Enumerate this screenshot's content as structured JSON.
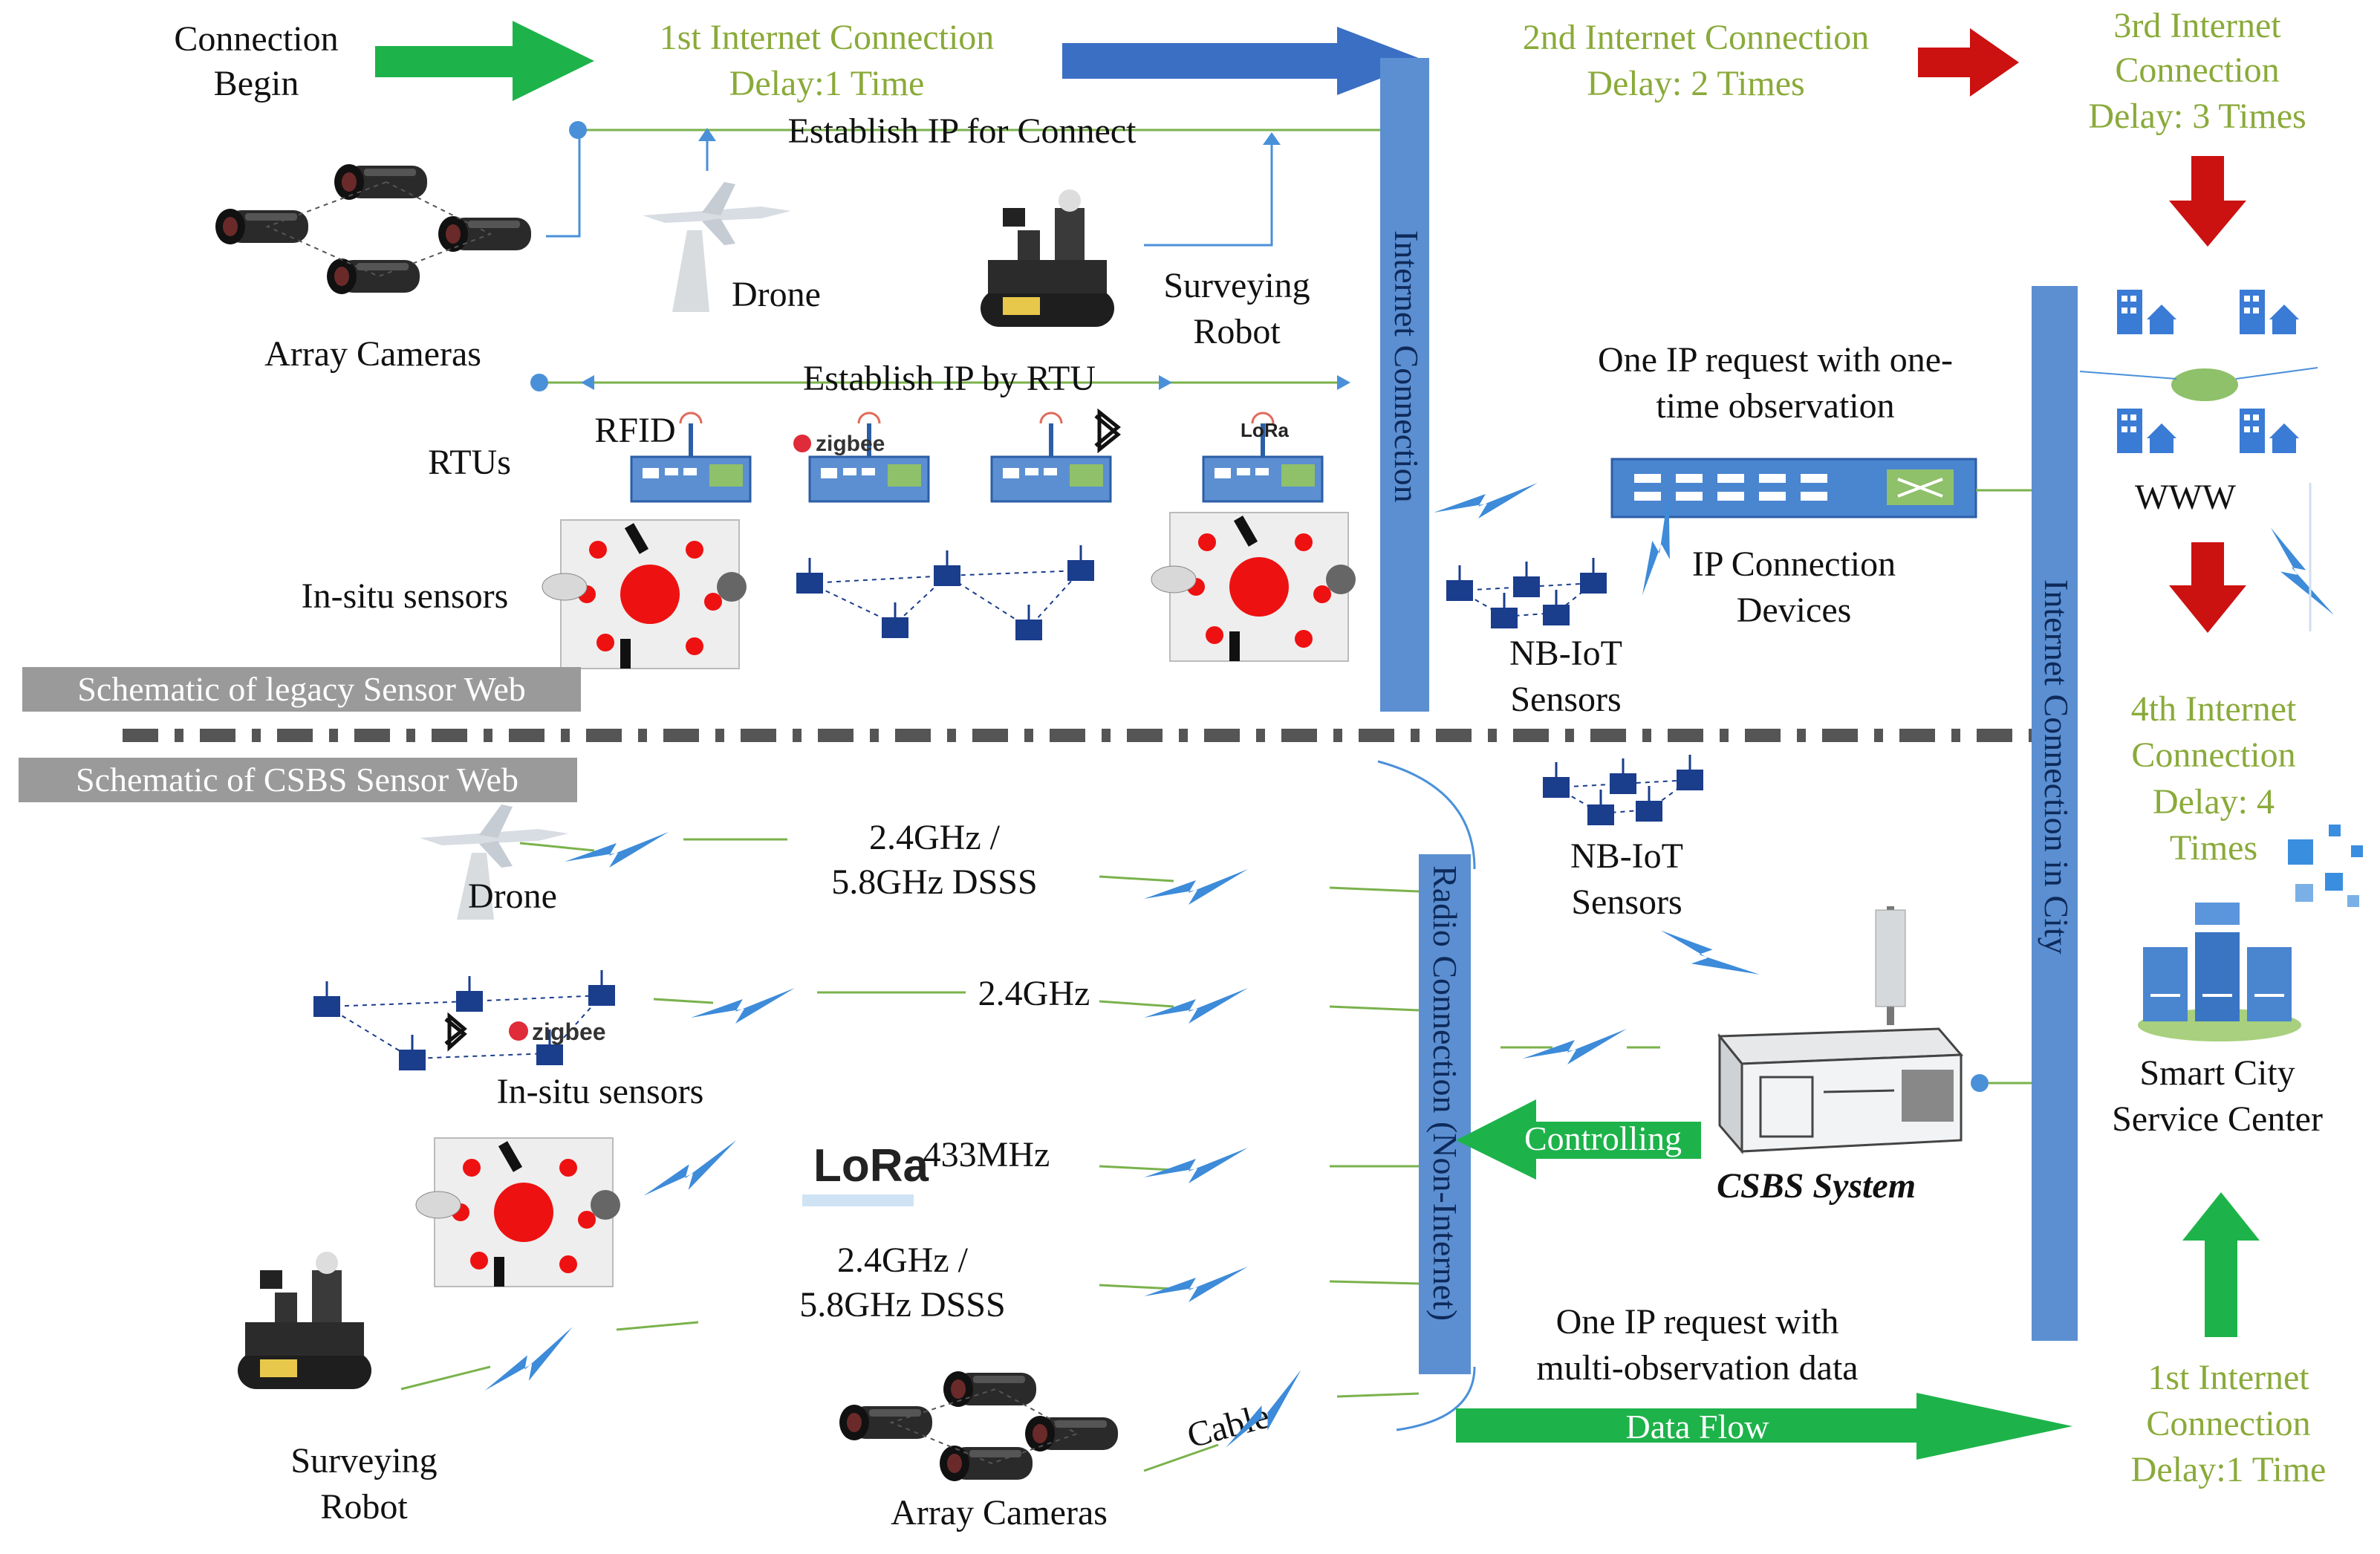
{
  "top": {
    "connection_begin": [
      "Connection",
      "Begin"
    ],
    "first_conn": [
      "1st Internet Connection",
      "Delay:1 Time"
    ],
    "second_conn": [
      "2nd Internet Connection",
      "Delay: 2 Times"
    ],
    "third_conn": [
      "3rd Internet",
      "Connection",
      "Delay: 3 Times"
    ],
    "establish_ip_connect": "Establish IP for Connect",
    "establish_ip_rtu": "Establish IP by RTU",
    "array_cameras": "Array Cameras",
    "drone": "Drone",
    "surveying_robot": [
      "Surveying",
      "Robot"
    ],
    "rtus": "RTUs",
    "rfid": "RFID",
    "zigbee": "zigbee",
    "lora_small": "LoRa",
    "insitu": "In-situ sensors",
    "internet_connection": "Internet Connection",
    "one_ip_request": [
      "One IP request with one-",
      "time observation"
    ],
    "ip_devices": [
      "IP Connection",
      "Devices"
    ],
    "nbiot": [
      "NB-IoT",
      "Sensors"
    ],
    "www": "WWW",
    "legacy_label": "Schematic of legacy Sensor Web"
  },
  "bottom": {
    "csbs_label": "Schematic of CSBS Sensor Web",
    "drone": "Drone",
    "dsss1": [
      "2.4GHz /",
      "5.8GHz DSSS"
    ],
    "ghz24": "2.4GHz",
    "zigbee": "zigbee",
    "insitu": "In-situ sensors",
    "lora_logo": "LoRa",
    "mhz433": "433MHz",
    "dsss2": [
      "2.4GHz /",
      "5.8GHz DSSS"
    ],
    "robot": [
      "Surveying",
      "Robot"
    ],
    "array_cameras": "Array Cameras",
    "cable": "Cable",
    "radio_connection": "Radio Connection (Non-Internet)",
    "nbiot": [
      "NB-IoT",
      "Sensors"
    ],
    "controlling": "Controlling",
    "csbs_system": "CSBS System",
    "one_ip_multi": [
      "One IP request with",
      "multi-observation data"
    ],
    "data_flow": "Data Flow",
    "internet_city": "Internet Connection in City",
    "fourth_conn": [
      "4th Internet",
      "Connection",
      "Delay: 4",
      "Times"
    ],
    "smart_city": [
      "Smart City",
      "Service Center"
    ],
    "first_conn_bottom": [
      "1st Internet",
      "Connection",
      "Delay:1 Time"
    ]
  },
  "colors": {
    "green_arrow": "#1db34a",
    "blue_arrow": "#3a6fc4",
    "red_arrow": "#cc1111",
    "vertical_bar": "#5b8fd1",
    "label_text_green": "#8aaa3a",
    "gray_banner": "#9a9a9a"
  }
}
